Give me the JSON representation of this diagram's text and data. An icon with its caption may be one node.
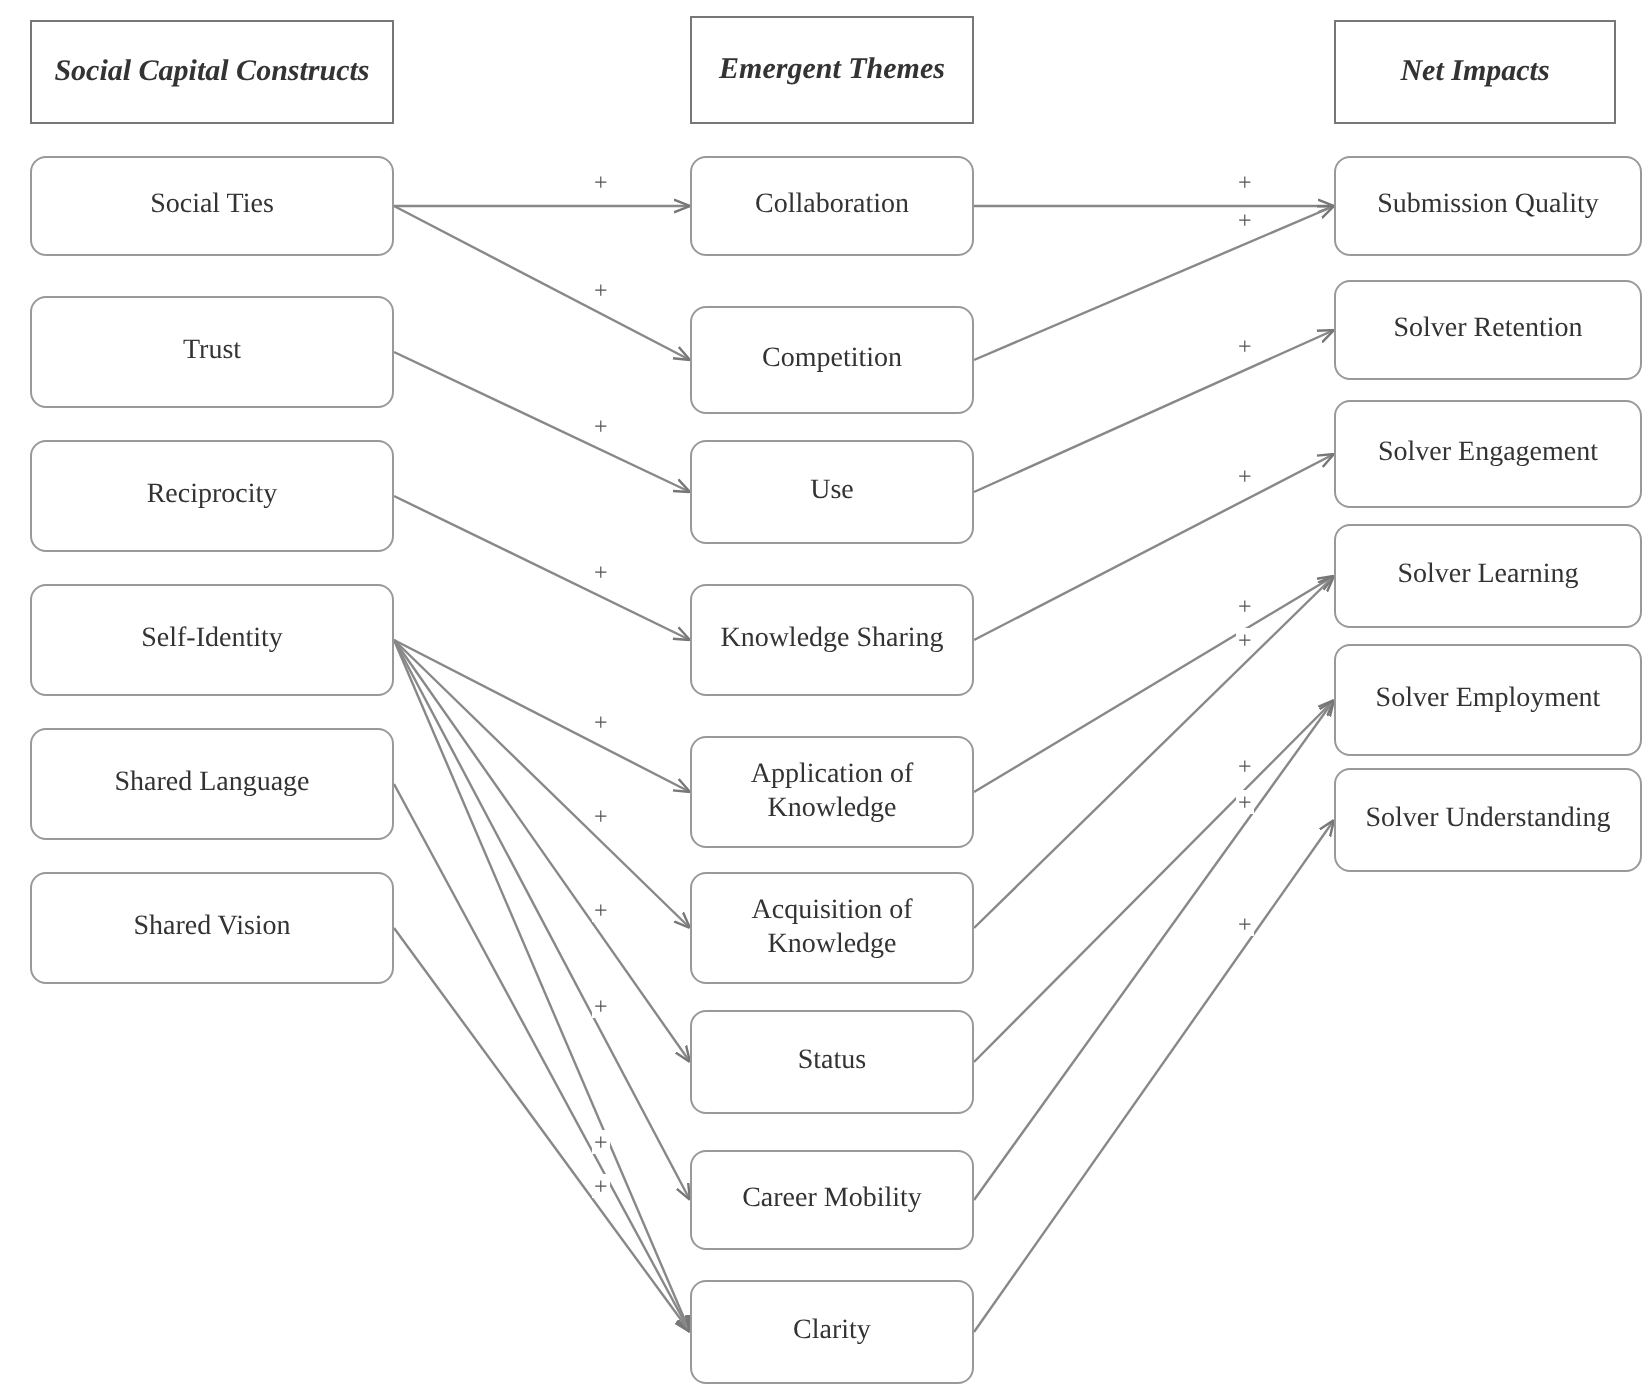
{
  "diagram": {
    "nodes": [
      {
        "text": [
          "Social Capital Constructs"
        ]
      },
      {
        "text": [
          "Emergent Themes"
        ]
      },
      {
        "text": [
          "Net Impacts"
        ]
      },
      {
        "text": [
          "Social Ties"
        ]
      },
      {
        "text": [
          "Trust"
        ]
      },
      {
        "text": [
          "Reciprocity"
        ]
      },
      {
        "text": [
          "Self-Identity"
        ]
      },
      {
        "text": [
          "Shared Language"
        ]
      },
      {
        "text": [
          "Shared Vision"
        ]
      },
      {
        "text": [
          "Collaboration"
        ]
      },
      {
        "text": [
          "Competition"
        ]
      },
      {
        "text": [
          "Use"
        ]
      },
      {
        "text": [
          "Knowledge Sharing"
        ]
      },
      {
        "text": [
          "Application of Knowledge"
        ]
      },
      {
        "text": [
          "Acquisition of Knowledge"
        ]
      },
      {
        "text": [
          "Status"
        ]
      },
      {
        "text": [
          "Career Mobility"
        ]
      },
      {
        "text": [
          "Clarity"
        ]
      },
      {
        "text": [
          "Submission Quality"
        ]
      },
      {
        "text": [
          "Solver Retention"
        ]
      },
      {
        "text": [
          "Solver Engagement"
        ]
      },
      {
        "text": [
          "Solver Learning"
        ]
      },
      {
        "text": [
          "Solver Employment"
        ]
      },
      {
        "text": [
          "Solver Understanding"
        ]
      }
    ],
    "edges": [
      {
        "from": 3,
        "to": 9,
        "arrow": "to",
        "label": "+"
      },
      {
        "from": 3,
        "to": 10,
        "arrow": "to",
        "label": "+"
      },
      {
        "from": 4,
        "to": 11,
        "arrow": "to",
        "label": "+"
      },
      {
        "from": 5,
        "to": 12,
        "arrow": "to",
        "label": "+"
      },
      {
        "from": 6,
        "to": 13,
        "arrow": "to",
        "label": "+"
      },
      {
        "from": 6,
        "to": 14,
        "arrow": "to",
        "label": "+"
      },
      {
        "from": 6,
        "to": 15,
        "arrow": "to",
        "label": "+"
      },
      {
        "from": 6,
        "to": 16,
        "arrow": "to",
        "label": "+"
      },
      {
        "from": 6,
        "to": 17,
        "arrow": "to"
      },
      {
        "from": 7,
        "to": 17,
        "arrow": "to",
        "label": "+"
      },
      {
        "from": 8,
        "to": 17,
        "arrow": "to",
        "label": "+"
      },
      {
        "from": 9,
        "to": 18,
        "arrow": "to",
        "label": "+"
      },
      {
        "from": 10,
        "to": 18,
        "arrow": "to",
        "label": "+"
      },
      {
        "from": 11,
        "to": 19,
        "arrow": "to",
        "label": "+"
      },
      {
        "from": 12,
        "to": 20,
        "arrow": "to",
        "label": "+"
      },
      {
        "from": 13,
        "to": 21,
        "arrow": "to",
        "label": "+"
      },
      {
        "from": 14,
        "to": 21,
        "arrow": "to",
        "label": "+"
      },
      {
        "from": 15,
        "to": 22,
        "arrow": "to",
        "label": "+"
      },
      {
        "from": 16,
        "to": 22,
        "arrow": "to",
        "label": "+"
      },
      {
        "from": 17,
        "to": 23,
        "arrow": "to",
        "label": "+"
      }
    ]
  }
}
